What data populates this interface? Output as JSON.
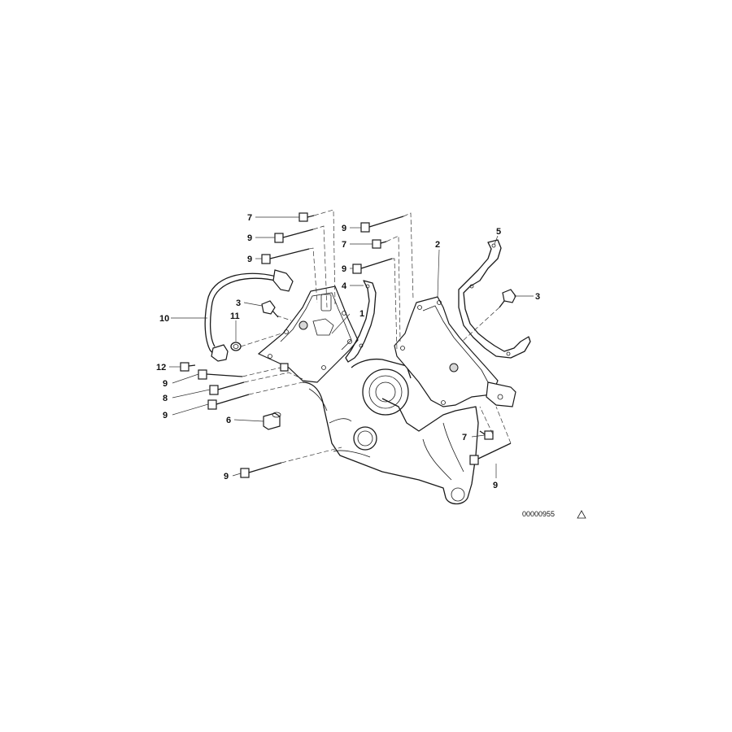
{
  "diagram": {
    "reference_code": "00000955",
    "callouts": [
      {
        "id": "c7a",
        "label": "7"
      },
      {
        "id": "c9a",
        "label": "9"
      },
      {
        "id": "c9b",
        "label": "9"
      },
      {
        "id": "c3a",
        "label": "3"
      },
      {
        "id": "c11",
        "label": "11"
      },
      {
        "id": "c10",
        "label": "10"
      },
      {
        "id": "c1",
        "label": "1"
      },
      {
        "id": "c12",
        "label": "12"
      },
      {
        "id": "c9c",
        "label": "9"
      },
      {
        "id": "c8",
        "label": "8"
      },
      {
        "id": "c9d",
        "label": "9"
      },
      {
        "id": "c6",
        "label": "6"
      },
      {
        "id": "c9e",
        "label": "9"
      },
      {
        "id": "c9f",
        "label": "9"
      },
      {
        "id": "c7b",
        "label": "7"
      },
      {
        "id": "c9g",
        "label": "9"
      },
      {
        "id": "c4",
        "label": "4"
      },
      {
        "id": "c2",
        "label": "2"
      },
      {
        "id": "c5",
        "label": "5"
      },
      {
        "id": "c3b",
        "label": "3"
      },
      {
        "id": "c7c",
        "label": "7"
      },
      {
        "id": "c9h",
        "label": "9"
      }
    ]
  }
}
